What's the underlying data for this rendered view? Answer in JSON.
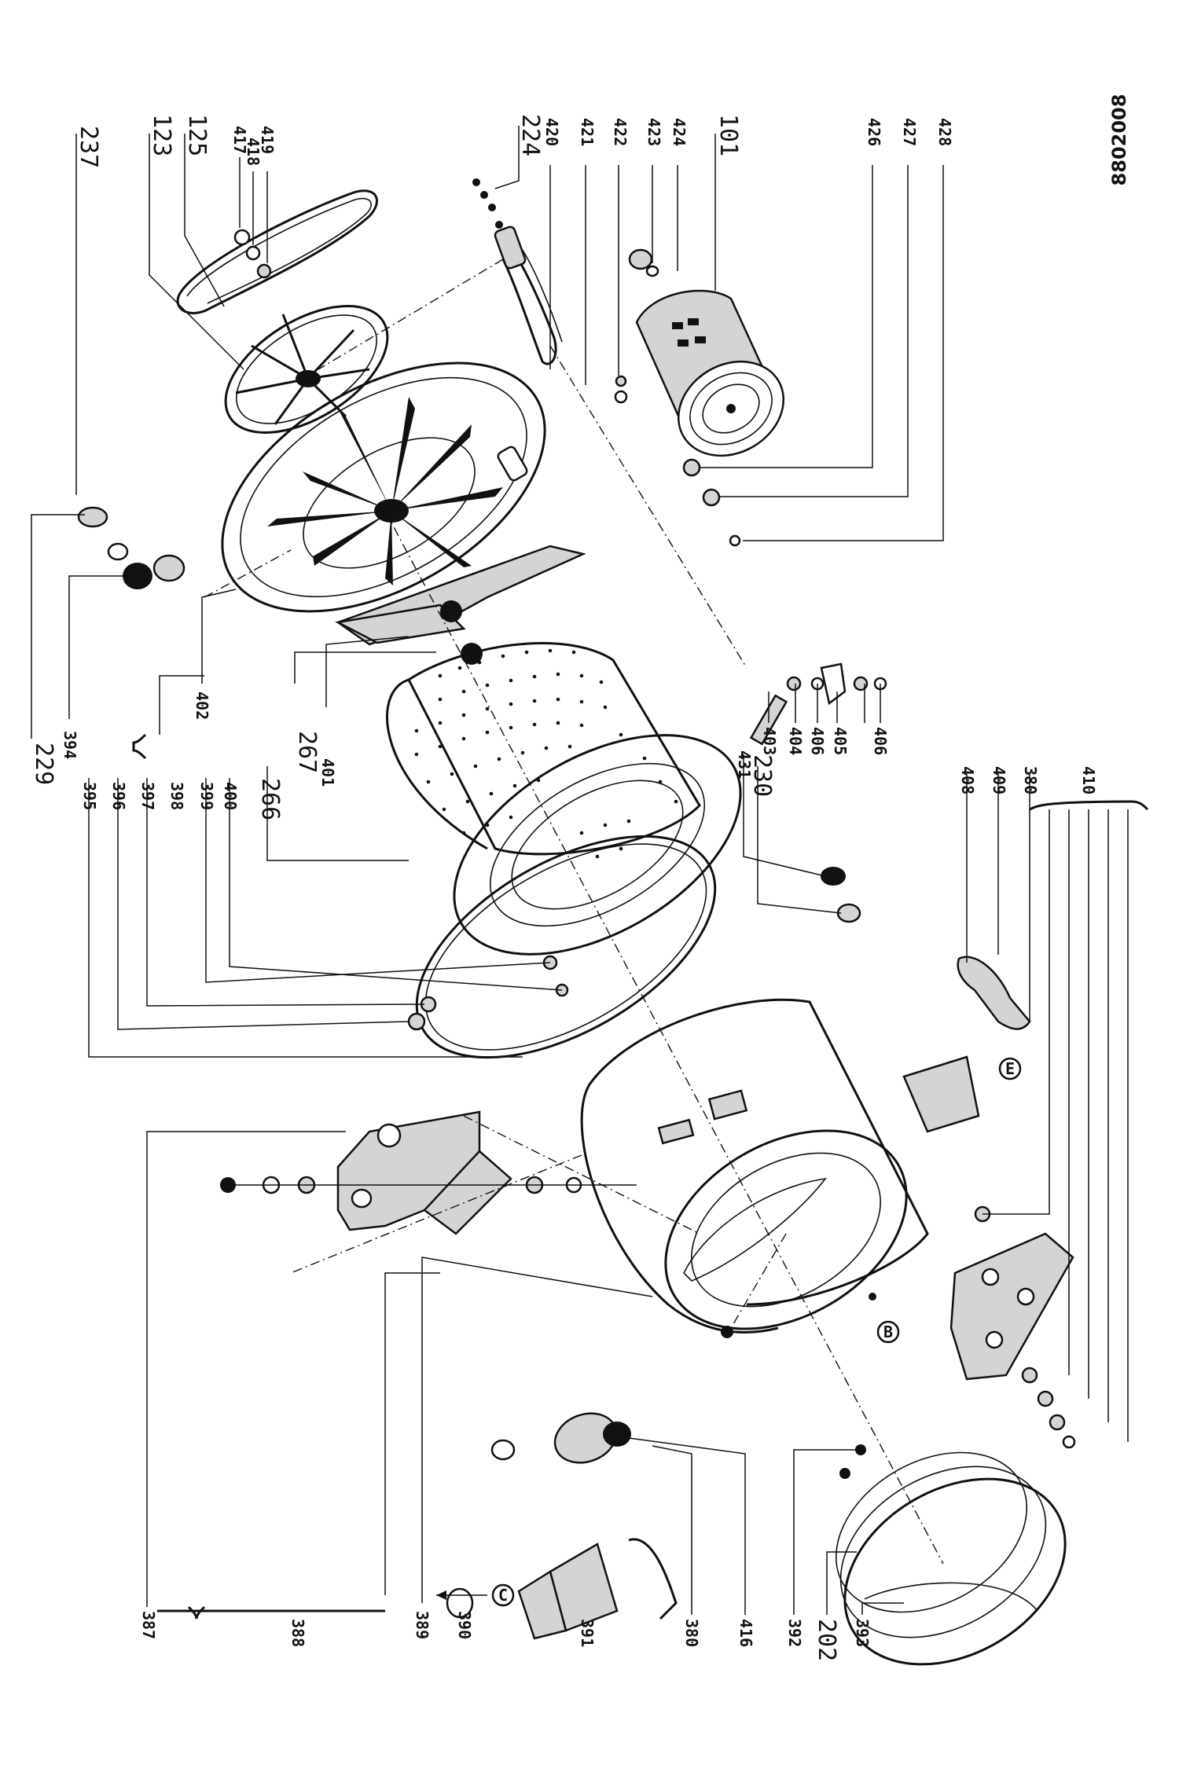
{
  "document_number": "8802008",
  "callouts": {
    "c237": "237",
    "c123": "123",
    "c125": "125",
    "c417": "417",
    "c418": "418",
    "c419": "419",
    "c224": "224",
    "c420": "420",
    "c421": "421",
    "c422": "422",
    "c423": "423",
    "c424": "424",
    "c101": "101",
    "c426": "426",
    "c427": "427",
    "c428": "428",
    "c229": "229",
    "c394": "394",
    "c402": "402",
    "c267": "267",
    "c401": "401",
    "c431": "431",
    "c230": "230",
    "c403": "403",
    "c404": "404",
    "c406a": "406",
    "c405": "405",
    "c406b": "406",
    "c395": "395",
    "c396": "396",
    "c397": "397",
    "c398": "398",
    "c399": "399",
    "c400": "400",
    "c266": "266",
    "c408": "408",
    "c409": "409",
    "c380a": "380",
    "c410": "410",
    "c387": "387",
    "c388": "388",
    "c389": "389",
    "c390": "390",
    "c391": "391",
    "c380b": "380",
    "c416": "416",
    "c392": "392",
    "c202": "202",
    "c393": "393"
  },
  "markers": {
    "b": "B",
    "c": "C",
    "e": "E"
  }
}
